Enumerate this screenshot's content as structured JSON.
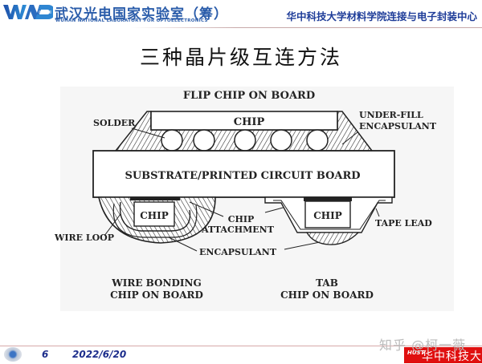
{
  "header": {
    "logo_text": "WNLO",
    "lab_name_cn": "武汉光电国家实验室（筹）",
    "lab_name_en": "WUHAN NATIONAL LABORATORY FOR OPTOELECTRONICS",
    "center_name": "华中科技大学材料学院连接与电子封装中心"
  },
  "slide": {
    "title": "三种晶片级互连方法"
  },
  "diagram": {
    "flip_chip": {
      "heading": "FLIP CHIP ON BOARD",
      "chip_label": "CHIP",
      "solder_label": "SOLDER",
      "underfill_label_1": "UNDER-FILL",
      "underfill_label_2": "ENCAPSULANT"
    },
    "substrate_label": "SUBSTRATE/PRINTED CIRCUIT BOARD",
    "wire_bonding": {
      "chip_label": "CHIP",
      "wire_loop_label": "WIRE LOOP",
      "caption_1": "WIRE BONDING",
      "caption_2": "CHIP ON BOARD"
    },
    "shared": {
      "chip_attachment_1": "CHIP",
      "chip_attachment_2": "ATTACHMENT",
      "encapsulant_label": "ENCAPSULANT"
    },
    "tab": {
      "chip_label": "CHIP",
      "tape_lead_label": "TAPE LEAD",
      "caption_1": "TAB",
      "caption_2": "CHIP ON BOARD"
    }
  },
  "footer": {
    "page_number": "6",
    "date": "2022/6/20",
    "watermark": "知乎 @柯一薇",
    "university_mark": "HUST",
    "university_name": "华中科技大学"
  },
  "colors": {
    "lab_blue": "#2a5caa",
    "center_blue": "#1f3d99",
    "footer_blue": "#1d2e8c",
    "divider_pink": "#d7a9a9",
    "hust_red": "#e01010"
  }
}
